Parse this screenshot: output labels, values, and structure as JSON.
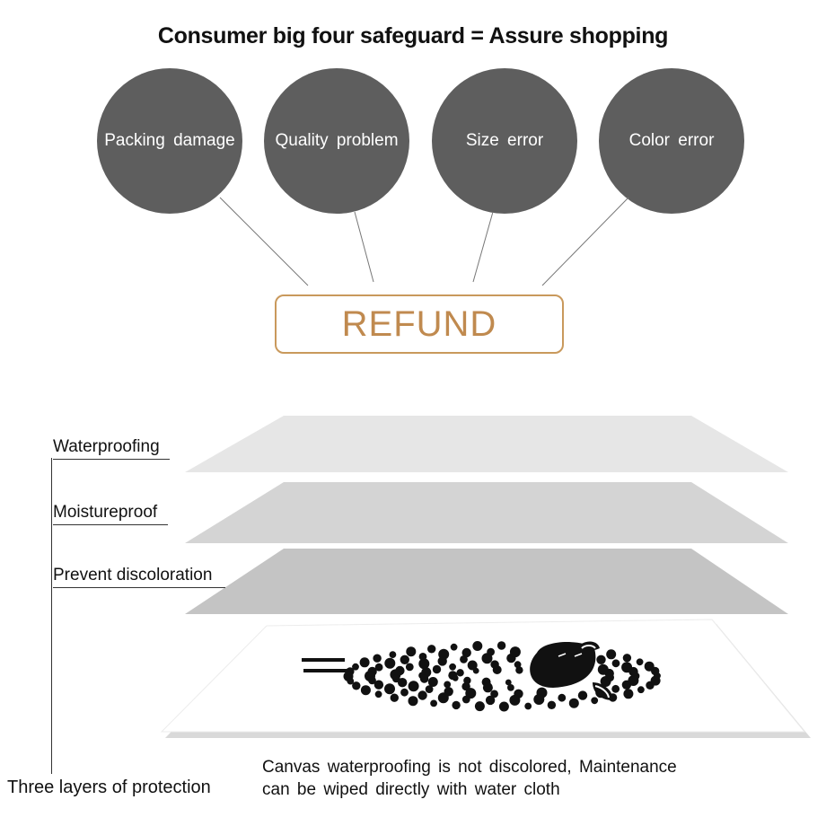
{
  "title": "Consumer big four safeguard = Assure shopping",
  "safeguards": [
    {
      "label": "Packing damage"
    },
    {
      "label": "Quality problem"
    },
    {
      "label": "Size error"
    },
    {
      "label": "Color error"
    }
  ],
  "refund_label": "REFUND",
  "layers": [
    {
      "label": "Waterproofing"
    },
    {
      "label": "Moistureproof"
    },
    {
      "label": "Prevent discoloration"
    }
  ],
  "protection_label": "Three layers of protection",
  "description": {
    "line1": "Canvas waterproofing is not discolored, Maintenance",
    "line2": "can be wiped directly with water cloth"
  },
  "colors": {
    "circle": "#5e5e5e",
    "refund_border": "#c9995c",
    "refund_text": "#c08a4f",
    "layer_top": "#e6e6e6",
    "layer_mid": "#d4d4d4",
    "layer_low": "#c4c4c4"
  },
  "artwork": {
    "icon": "black-dotted-sheep-icon"
  }
}
